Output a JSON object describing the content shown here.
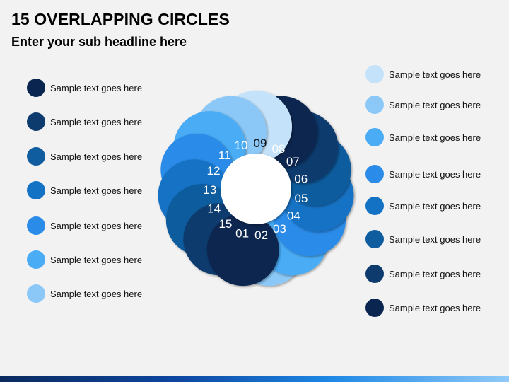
{
  "title": "15 OVERLAPPING CIRCLES",
  "subtitle": "Enter your sub headline here",
  "legend_left": [
    {
      "label": "Sample text goes here",
      "color": "#0a2550"
    },
    {
      "label": "Sample text goes here",
      "color": "#0d3b6e"
    },
    {
      "label": "Sample text goes here",
      "color": "#0f5c9e"
    },
    {
      "label": "Sample text goes here",
      "color": "#1472c4"
    },
    {
      "label": "Sample text goes here",
      "color": "#2b8be8"
    },
    {
      "label": "Sample text goes here",
      "color": "#4aacf5"
    },
    {
      "label": "Sample text goes here",
      "color": "#8bc8f7"
    }
  ],
  "legend_right": [
    {
      "label": "Sample text goes here",
      "color": "#c4e3fb"
    },
    {
      "label": "Sample text goes here",
      "color": "#8bc8f7"
    },
    {
      "label": "Sample text goes here",
      "color": "#4aacf5"
    },
    {
      "label": "Sample text goes here",
      "color": "#2b8be8"
    },
    {
      "label": "Sample text goes here",
      "color": "#1472c4"
    },
    {
      "label": "Sample text goes here",
      "color": "#0f5c9e"
    },
    {
      "label": "Sample text goes here",
      "color": "#0d3b6e"
    },
    {
      "label": "Sample text goes here",
      "color": "#0a2550"
    }
  ],
  "circles": [
    {
      "num": "01",
      "color": "#0a2550",
      "text_color": "#ffffff"
    },
    {
      "num": "02",
      "color": "#8bc8f7",
      "text_color": "#ffffff"
    },
    {
      "num": "03",
      "color": "#4aacf5",
      "text_color": "#ffffff"
    },
    {
      "num": "04",
      "color": "#2b8be8",
      "text_color": "#ffffff"
    },
    {
      "num": "05",
      "color": "#1472c4",
      "text_color": "#ffffff"
    },
    {
      "num": "06",
      "color": "#0f5c9e",
      "text_color": "#ffffff"
    },
    {
      "num": "07",
      "color": "#0d3b6e",
      "text_color": "#ffffff"
    },
    {
      "num": "08",
      "color": "#0a2550",
      "text_color": "#ffffff"
    },
    {
      "num": "09",
      "color": "#c4e3fb",
      "text_color": "#111111"
    },
    {
      "num": "10",
      "color": "#8bc8f7",
      "text_color": "#ffffff"
    },
    {
      "num": "11",
      "color": "#4aacf5",
      "text_color": "#ffffff"
    },
    {
      "num": "12",
      "color": "#2b8be8",
      "text_color": "#ffffff"
    },
    {
      "num": "13",
      "color": "#1472c4",
      "text_color": "#ffffff"
    },
    {
      "num": "14",
      "color": "#0f5c9e",
      "text_color": "#ffffff"
    },
    {
      "num": "15",
      "color": "#0d3b6e",
      "text_color": "#ffffff"
    }
  ],
  "center_color": "#ffffff",
  "footer_gradient": [
    "#0a2a5e",
    "#0d47a1",
    "#1e88e5",
    "#90caf9"
  ]
}
